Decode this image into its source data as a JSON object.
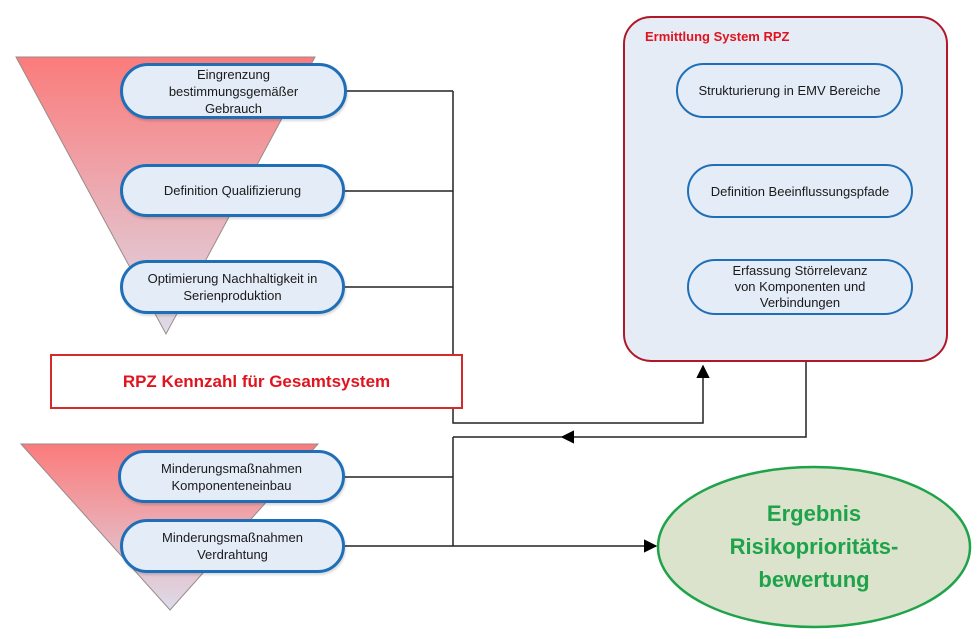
{
  "left_top_group": {
    "steps": [
      {
        "label": "Eingrenzung\nbestimmungsgemäßer\nGebrauch"
      },
      {
        "label": "Definition Qualifizierung"
      },
      {
        "label": "Optimierung Nachhaltigkeit in\nSerienproduktion"
      }
    ]
  },
  "kennzahl_box": {
    "label": "RPZ Kennzahl für Gesamtsystem"
  },
  "left_bottom_group": {
    "steps": [
      {
        "label": "Minderungsmaßnahmen\nKomponenteneinbau"
      },
      {
        "label": "Minderungsmaßnahmen\nVerdrahtung"
      }
    ]
  },
  "rpz_system": {
    "title": "Ermittlung System RPZ",
    "steps": [
      {
        "label": "Strukturierung in EMV Bereiche"
      },
      {
        "label": "Definition Beeinflussungspfade"
      },
      {
        "label": "Erfassung Störrelevanz\nvon Komponenten und\nVerbindungen"
      }
    ]
  },
  "result": {
    "label": "Ergebnis\nRisikoprioritäts-\nbewertung"
  },
  "colors": {
    "funnel_top": "#fb7b7b",
    "funnel_bottom": "#dcdcea",
    "pill_border": "#1f6fb8",
    "pill_fill": "#e4ecf7",
    "accent_red": "#e0141e",
    "result_green": "#1fa34a",
    "result_fill": "#dbe3cc"
  }
}
